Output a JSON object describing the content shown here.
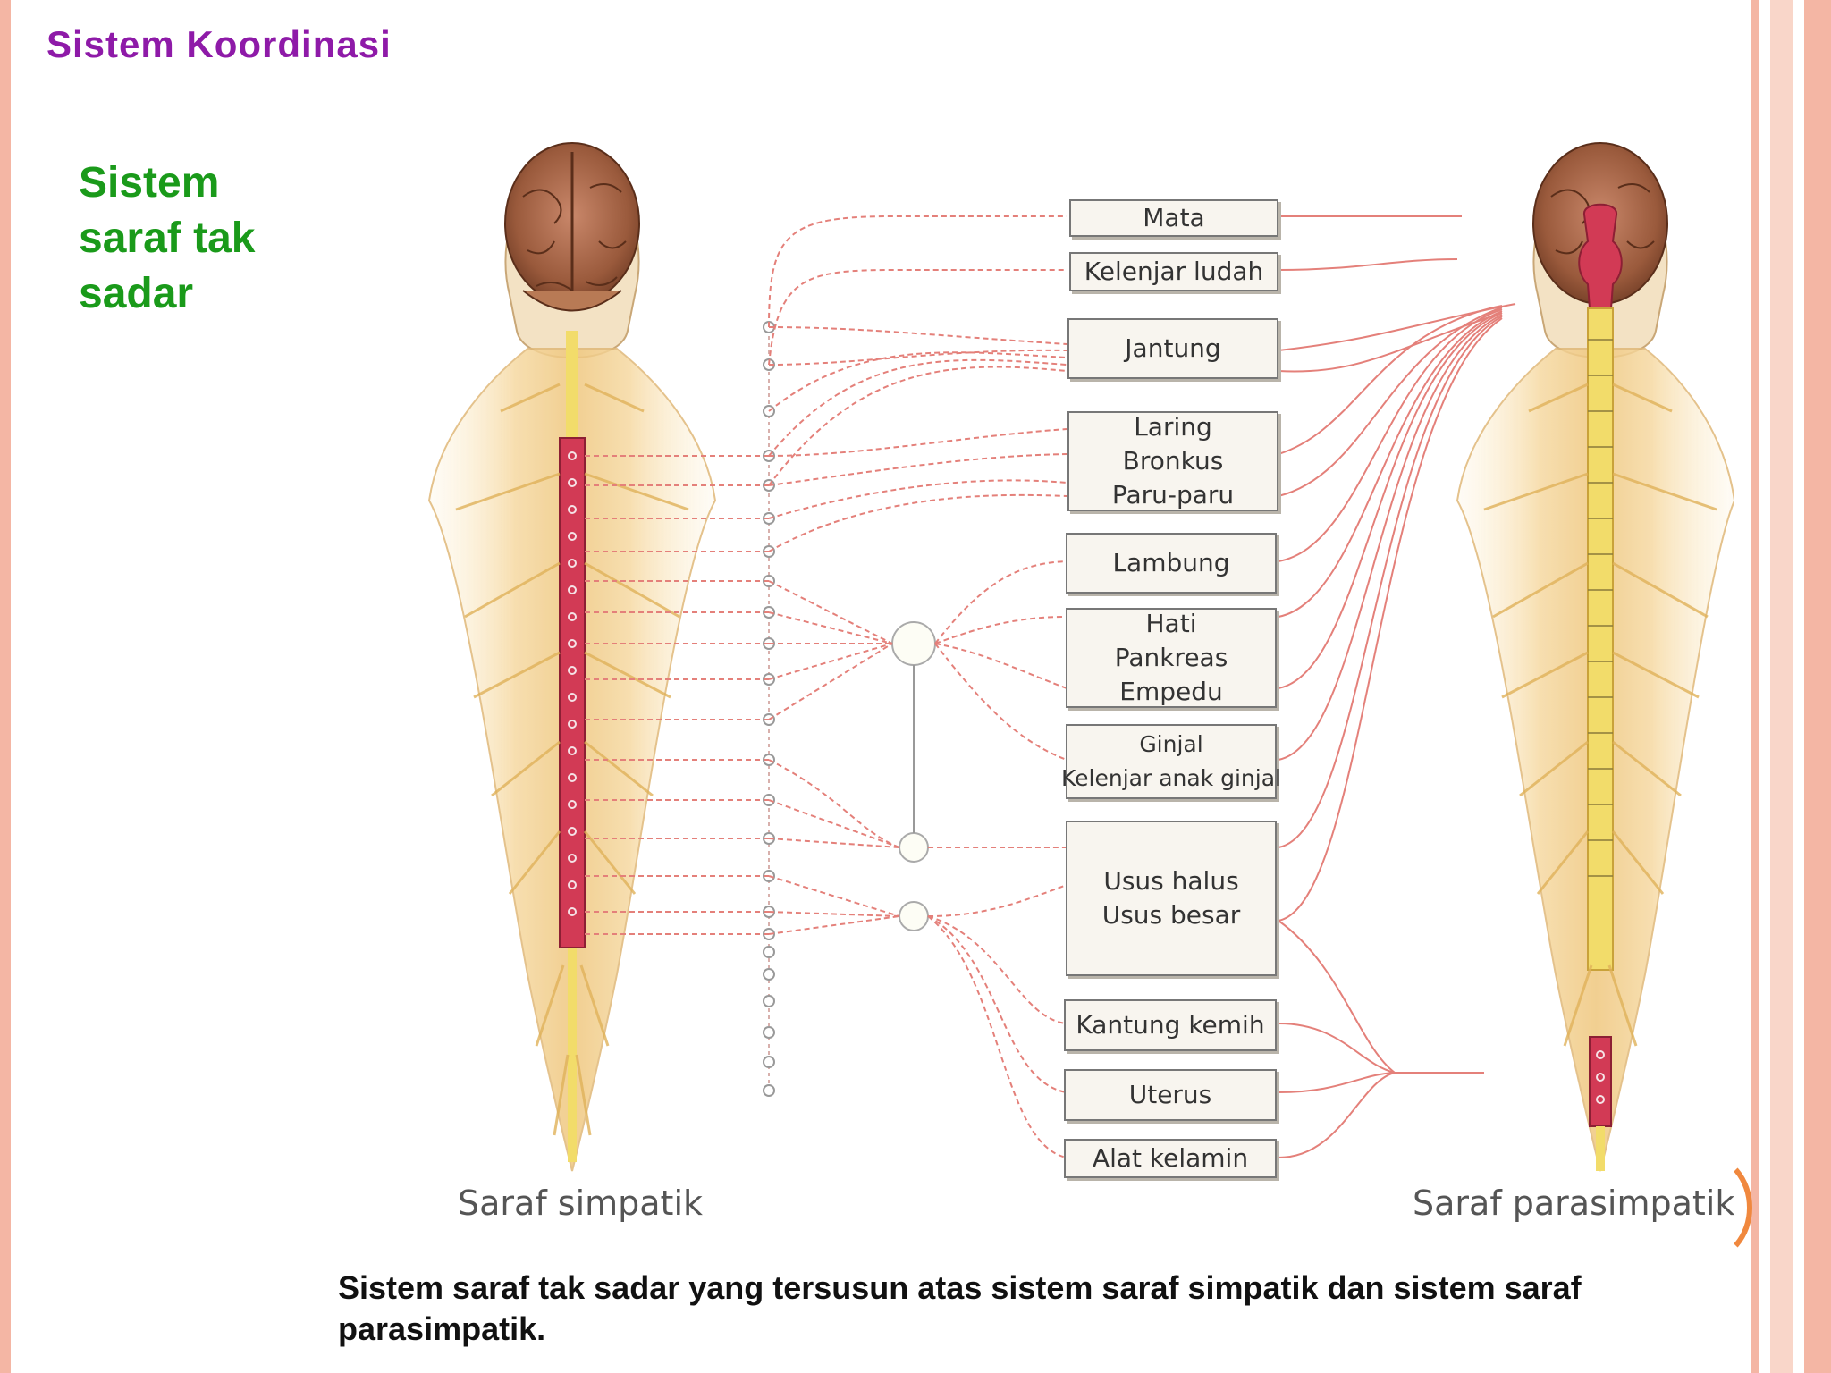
{
  "slide": {
    "title": "Sistem Koordinasi",
    "heading_lines": [
      "Sistem",
      "saraf tak",
      "sadar"
    ],
    "caption": "Sistem saraf tak sadar yang tersusun atas sistem saraf simpatik dan sistem saraf parasimpatik."
  },
  "diagram": {
    "left_label": "Saraf simpatik",
    "right_label": "Saraf parasimpatik",
    "organs": [
      {
        "lines": [
          "Mata"
        ]
      },
      {
        "lines": [
          "Kelenjar ludah"
        ]
      },
      {
        "lines": [
          "Jantung"
        ]
      },
      {
        "lines": [
          "Laring",
          "Bronkus",
          "Paru-paru"
        ]
      },
      {
        "lines": [
          "Lambung"
        ]
      },
      {
        "lines": [
          "Hati",
          "Pankreas",
          "Empedu"
        ]
      },
      {
        "lines": [
          "Ginjal",
          "Kelenjar anak ginjal"
        ]
      },
      {
        "lines": [
          "Usus halus",
          "Usus besar"
        ]
      },
      {
        "lines": [
          "Kantung kemih"
        ]
      },
      {
        "lines": [
          "Uterus"
        ]
      },
      {
        "lines": [
          "Alat kelamin"
        ]
      }
    ]
  },
  "colors": {
    "title": "#8e1aa8",
    "heading": "#1a9a1a",
    "frame": "#f4b6a4",
    "nerve_line": "#e4807a",
    "spine_red": "#d23a55",
    "spine_yellow": "#f2dc6a",
    "accent_orange": "#f0883e"
  }
}
